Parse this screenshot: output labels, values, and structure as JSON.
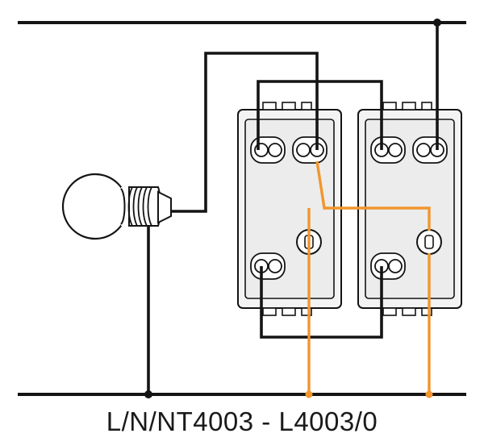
{
  "caption": "L/N/NT4003 - L4003/0",
  "colors": {
    "wire": "#141414",
    "traveler": "#f0962d",
    "module_body": "#f3f3f3",
    "module_inner": "#e9e9e9",
    "bulb_glass": "#ffffff"
  },
  "icons": [
    "bulb-icon",
    "switch-module-left",
    "switch-module-right"
  ]
}
